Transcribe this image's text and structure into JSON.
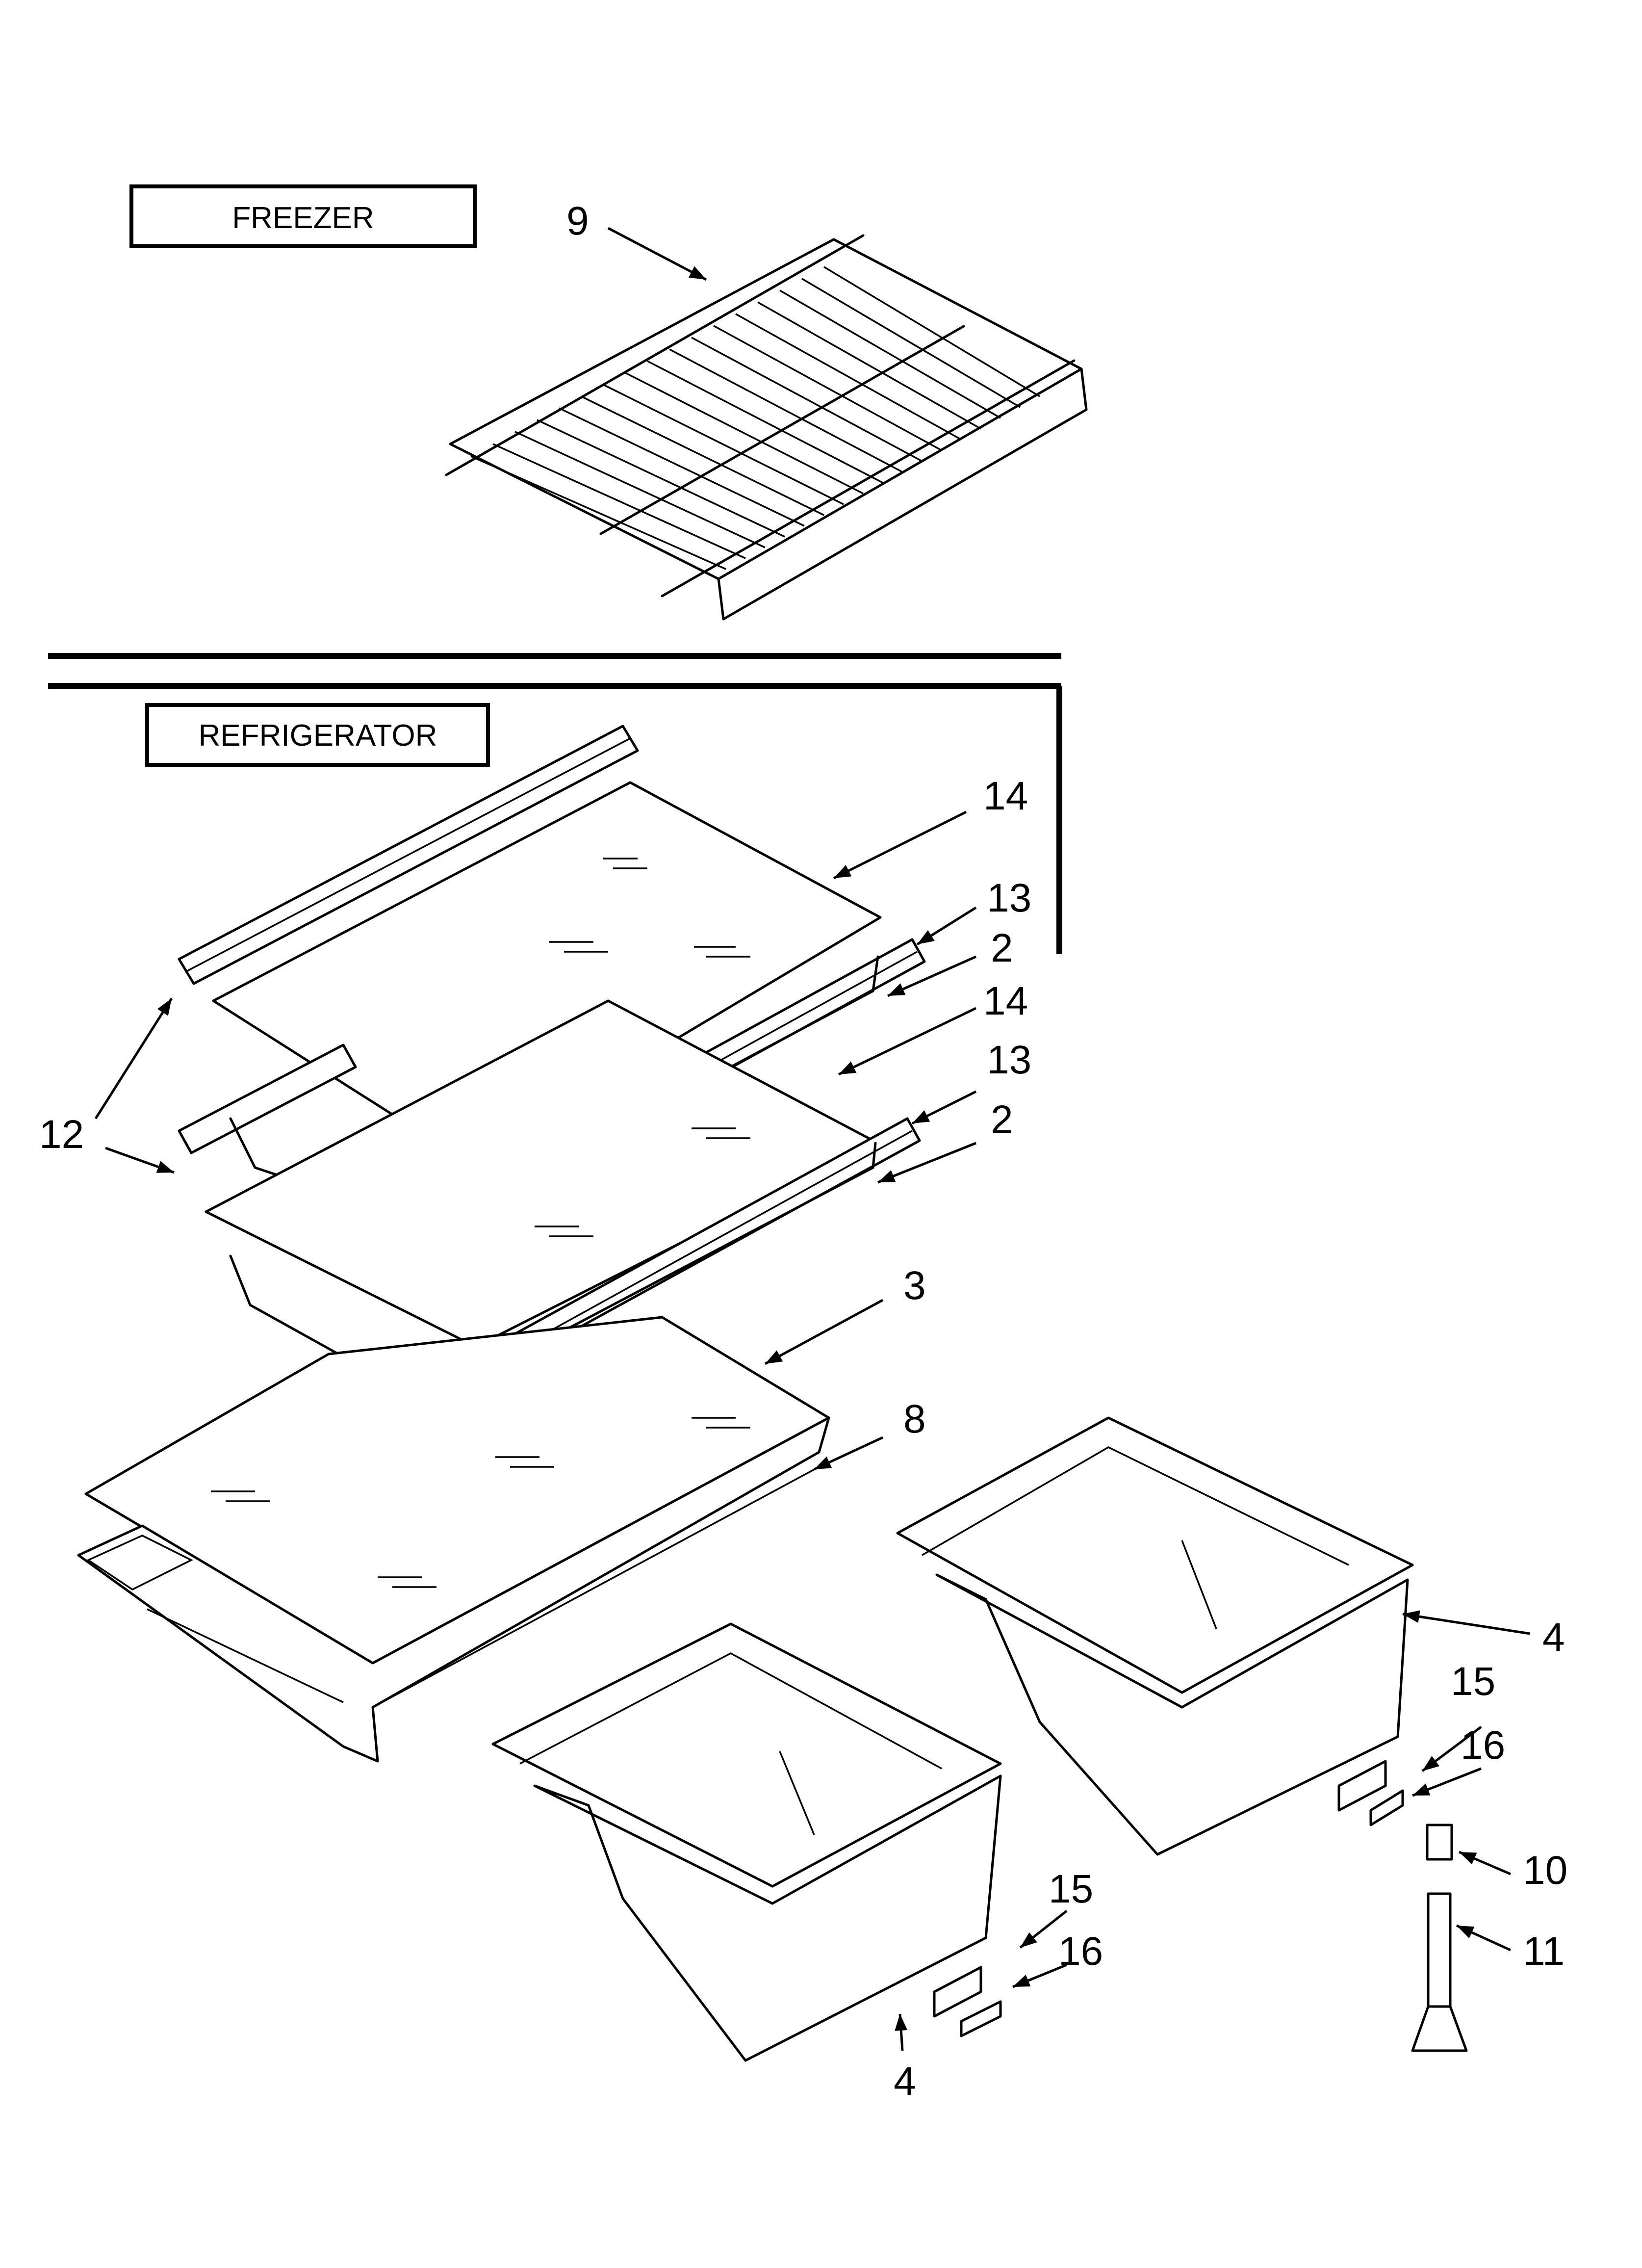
{
  "sections": {
    "freezer": "FREEZER",
    "refrigerator": "REFRIGERATOR"
  },
  "callouts": [
    {
      "id": "9",
      "label": "9"
    },
    {
      "id": "14a",
      "label": "14"
    },
    {
      "id": "13a",
      "label": "13"
    },
    {
      "id": "2a",
      "label": "2"
    },
    {
      "id": "14b",
      "label": "14"
    },
    {
      "id": "13b",
      "label": "13"
    },
    {
      "id": "2b",
      "label": "2"
    },
    {
      "id": "12",
      "label": "12"
    },
    {
      "id": "3",
      "label": "3"
    },
    {
      "id": "8",
      "label": "8"
    },
    {
      "id": "4a",
      "label": "4"
    },
    {
      "id": "15a",
      "label": "15"
    },
    {
      "id": "16a",
      "label": "16"
    },
    {
      "id": "10",
      "label": "10"
    },
    {
      "id": "11",
      "label": "11"
    },
    {
      "id": "15b",
      "label": "15"
    },
    {
      "id": "16b",
      "label": "16"
    },
    {
      "id": "4b",
      "label": "4"
    }
  ]
}
